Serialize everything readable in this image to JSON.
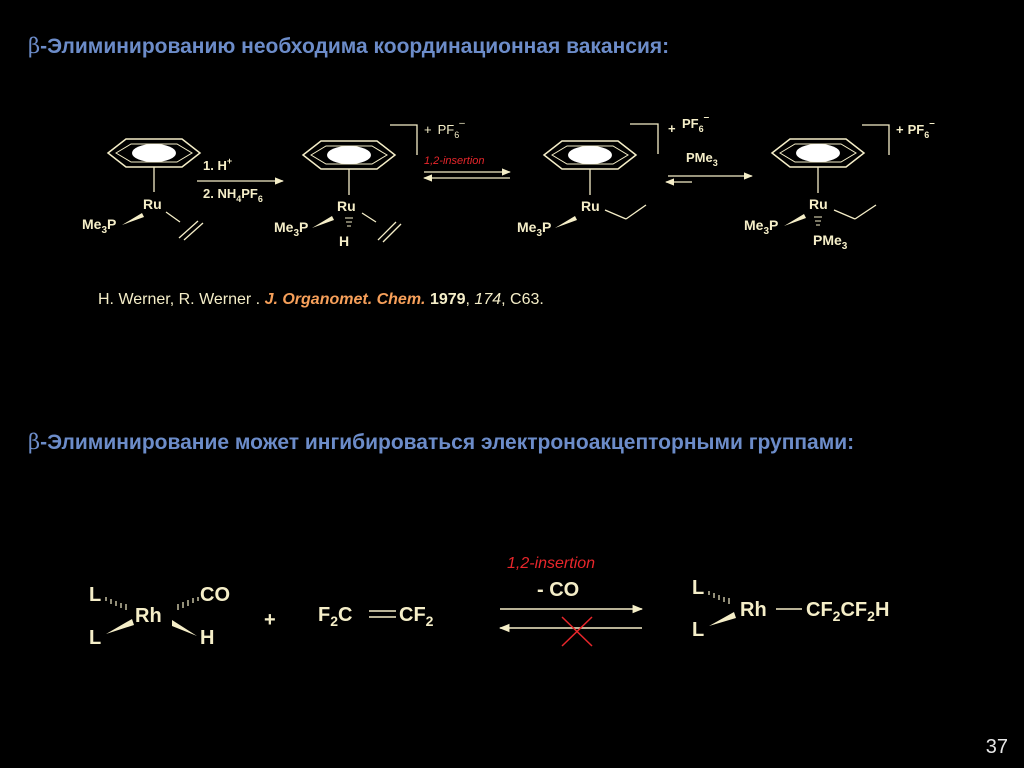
{
  "slide": {
    "heading1": {
      "beta": "β",
      "text": "-Элиминированию необходима координационная вакансия:"
    },
    "heading2": {
      "beta": "β",
      "text": "-Элиминирование может ингибироваться электроноакцепторными группами:"
    },
    "page_number": "37"
  },
  "scheme1": {
    "step1_line1": "1. H",
    "step1_sup": "+",
    "step1_line2": "2. NH",
    "step1_sub4": "4",
    "step1_pf": "PF",
    "step1_sub6": "6",
    "insertion": "1,2-insertion",
    "pme3_reagent": "PMe",
    "sub3": "3",
    "ru": "Ru",
    "me3p_a": "Me",
    "me3p_b": "P",
    "h": "H",
    "pme3_lig": "PMe",
    "counterion_plus": "+",
    "counterion_pf": "PF",
    "counterion_sub": "6",
    "counterion_minus": "–"
  },
  "citation": {
    "authors": "H. Werner, R. Werner . ",
    "journal": "J. Organomet. Chem.",
    "year": "1979",
    "volume": "174",
    "pages": ", C63."
  },
  "scheme2": {
    "l": "L",
    "rh": "Rh",
    "co": "CO",
    "h": "H",
    "plus": "+",
    "f2c": "F",
    "f2c_sub": "2",
    "f2c_c": "C",
    "cf2_c": "CF",
    "cf2_sub": "2",
    "insertion": "1,2-insertion",
    "minus_co": "- CO",
    "product_a": "CF",
    "product_sub1": "2",
    "product_b": "CF",
    "product_sub2": "2",
    "product_c": "H"
  },
  "colors": {
    "heading": "#6c8cc9",
    "structure": "#f5eec8",
    "accent_red": "#e8262b",
    "journal": "#f7a05a",
    "background": "#000000"
  }
}
